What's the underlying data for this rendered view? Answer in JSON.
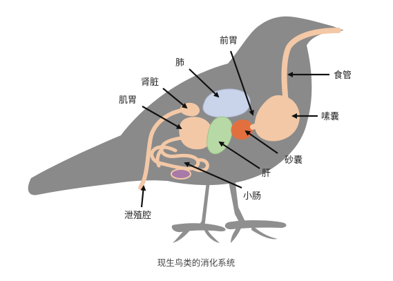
{
  "caption": "现生鸟类的消化系统",
  "labels": {
    "esophagus": "食管",
    "crop": "嗉囊",
    "gizzard": "砂囊",
    "liver": "肝",
    "small_intestine": "小肠",
    "cloaca": "泄殖腔",
    "proventriculus": "前胃",
    "lung": "肺",
    "kidney": "肾脏",
    "stomach": "肌胃"
  },
  "colors": {
    "bird_body": "#8a8a8a",
    "bird_legs": "#8f8f8f",
    "digestive_tract": "#f3c8a6",
    "lung": "#c9d4ea",
    "liver": "#b7d9a6",
    "gizzard": "#e2703f",
    "kidney_part": "#a77aa8",
    "leader_line": "#111111",
    "label_text": "#222222"
  }
}
